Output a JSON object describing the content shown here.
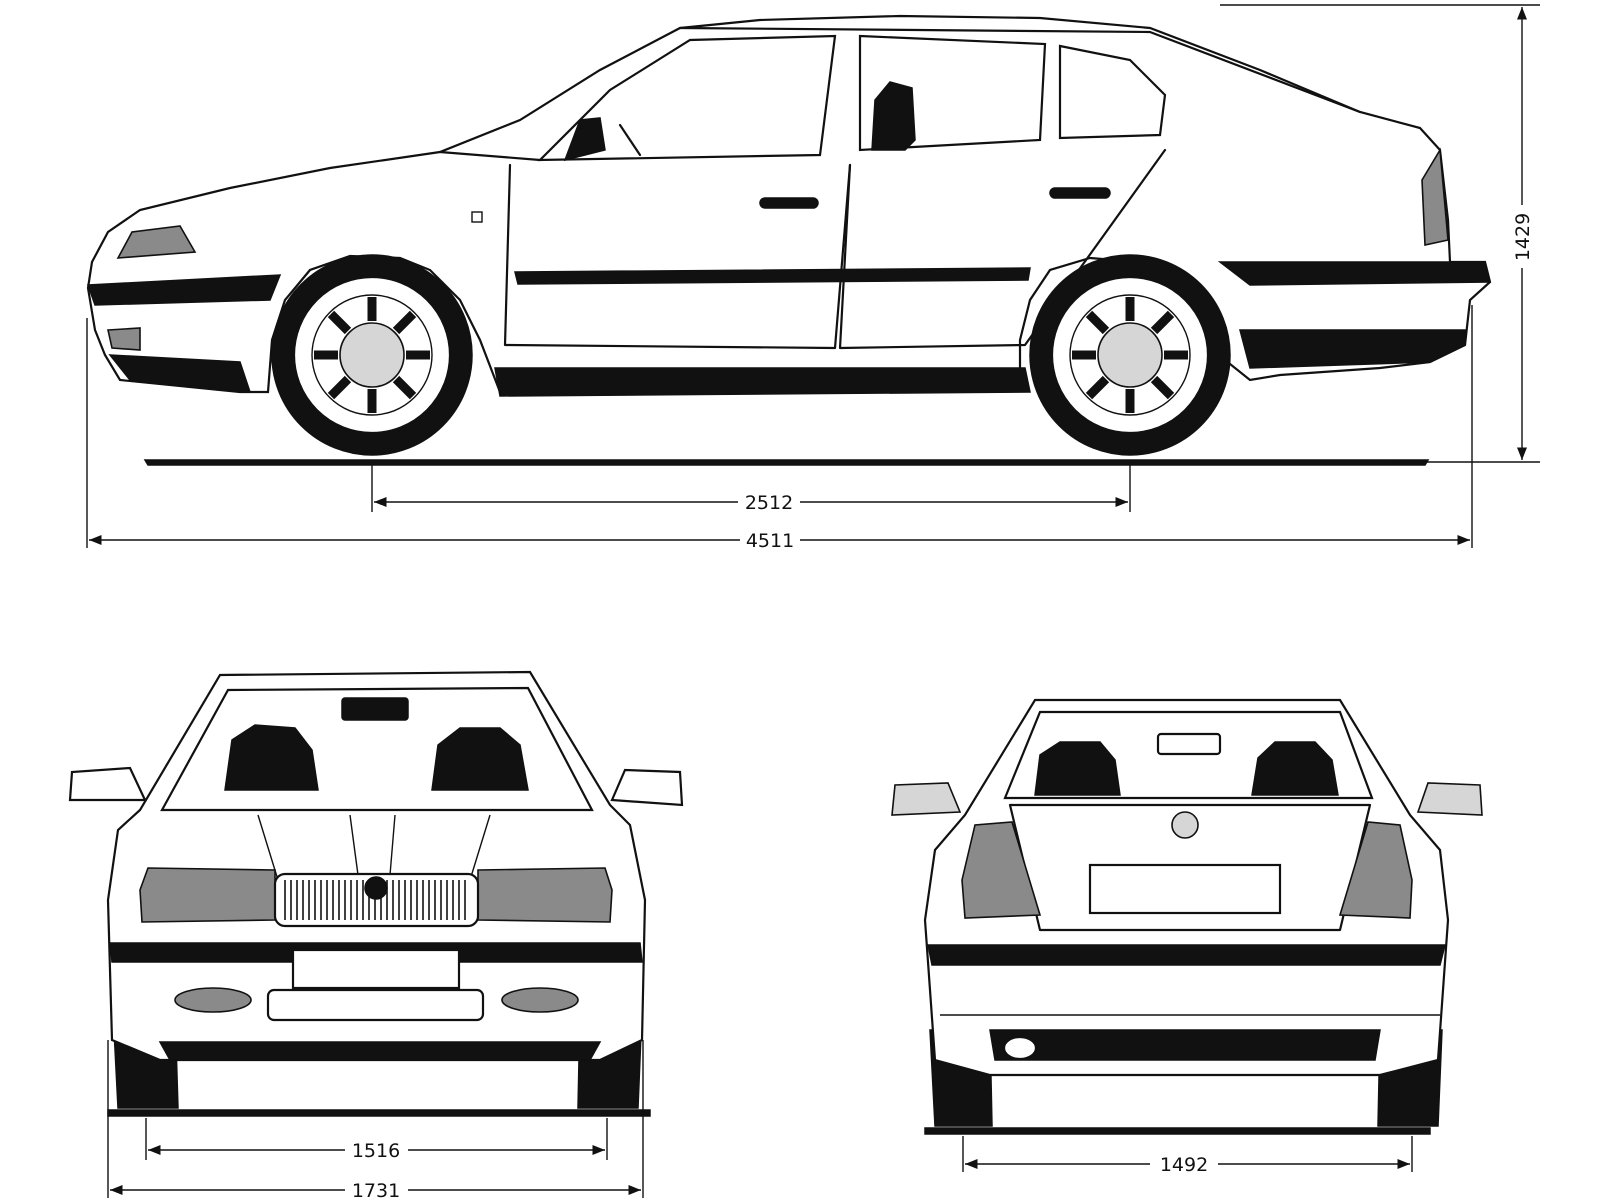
{
  "dimensions": {
    "wheelbase": "2512",
    "length": "4511",
    "height": "1429",
    "front_track": "1516",
    "width": "1731",
    "rear_track": "1492"
  }
}
